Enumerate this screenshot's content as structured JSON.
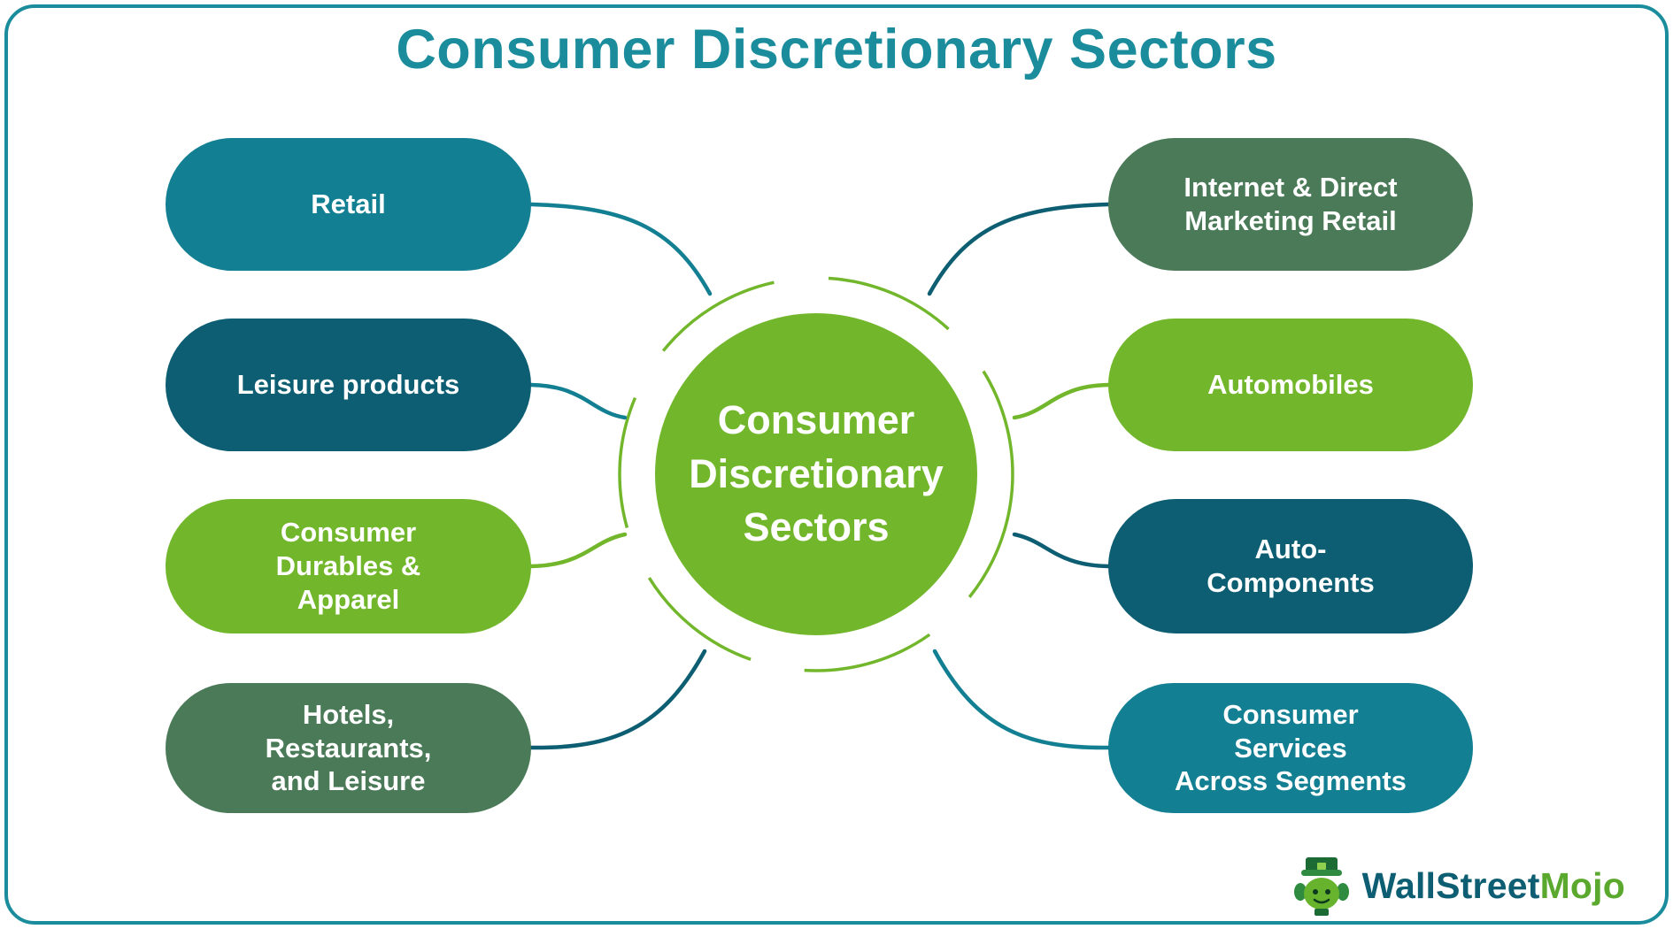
{
  "title": "Consumer Discretionary Sectors",
  "center": {
    "label": "Consumer\nDiscretionary\nSectors",
    "color": "#72b72b",
    "text_color": "#ffffff"
  },
  "nodes": {
    "left": [
      {
        "label": "Retail",
        "color": "#137f92"
      },
      {
        "label": "Leisure products",
        "color": "#0d5e72"
      },
      {
        "label": "Consumer\nDurables &\nApparel",
        "color": "#72b72b"
      },
      {
        "label": "Hotels,\nRestaurants,\nand Leisure",
        "color": "#4a7a58"
      }
    ],
    "right": [
      {
        "label": "Internet & Direct\nMarketing Retail",
        "color": "#4a7a58"
      },
      {
        "label": "Automobiles",
        "color": "#72b72b"
      },
      {
        "label": "Auto-\nComponents",
        "color": "#0d5e72"
      },
      {
        "label": "Consumer\nServices\nAcross Segments",
        "color": "#137f92"
      }
    ]
  },
  "connectors": {
    "left": [
      "#137f92",
      "#137f92",
      "#72b72b",
      "#0d5e72"
    ],
    "right": [
      "#0d5e72",
      "#72b72b",
      "#0d5e72",
      "#137f92"
    ],
    "ring": "#72b72b"
  },
  "colors": {
    "title": "#1a8c9c",
    "frame_border": "#1a8c9c",
    "background": "#ffffff"
  },
  "brand": {
    "name_part1": "WallStreet",
    "name_part2": "Mojo",
    "part1_color": "#0d5e72",
    "part2_color": "#5aa92e",
    "mascot": "leprechaun-mascot-icon"
  }
}
